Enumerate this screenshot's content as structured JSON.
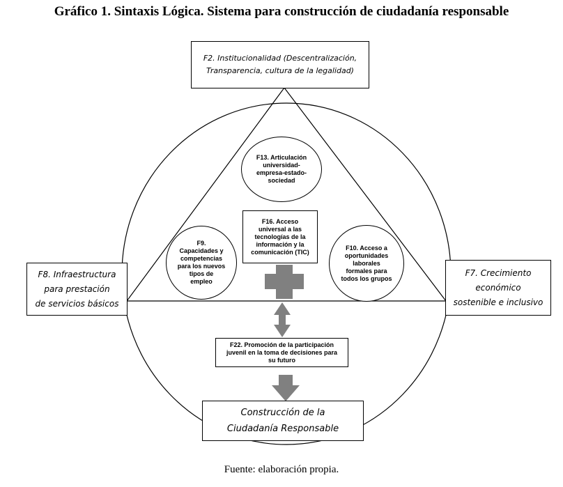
{
  "title": "Gráfico 1. Sintaxis Lógica. Sistema para construcción de ciudadanía responsable",
  "source": "Fuente: elaboración propia.",
  "nodes": {
    "f2": {
      "line1": "F2. Institucionalidad (Descentralización,",
      "line2": "Transparencia, cultura de la legalidad)"
    },
    "f8": {
      "line1": "F8. Infraestructura",
      "line2": "para prestación",
      "line3": "de servicios básicos"
    },
    "f7": {
      "line1": "F7. Crecimiento",
      "line2": "económico",
      "line3": "sostenible e inclusivo"
    },
    "f13": {
      "line1": "F13. Articulación",
      "line2": "universidad-",
      "line3": "empresa-estado-",
      "line4": "sociedad"
    },
    "f16": {
      "line1": "F16. Acceso",
      "line2": "universal a las",
      "line3": "tecnologías de la",
      "line4": "información y la",
      "line5": "comunicación (TIC)"
    },
    "f9": {
      "line1": "F9.",
      "line2": "Capacidades y",
      "line3": "competencias",
      "line4": "para los nuevos",
      "line5": "tipos de",
      "line6": "empleo"
    },
    "f10": {
      "line1": "F10. Acceso a",
      "line2": "oportunidades",
      "line3": "laborales",
      "line4": "formales para",
      "line5": "todos los grupos"
    },
    "f22": {
      "line1": "F22. Promoción de la participación",
      "line2": "juvenil en la toma de decisiones para",
      "line3": "su futuro"
    },
    "result": {
      "line1": "Construcción de la",
      "line2": "Ciudadanía Responsable"
    }
  },
  "colors": {
    "line": "#000000",
    "arrow": "#808080",
    "background": "#ffffff"
  }
}
